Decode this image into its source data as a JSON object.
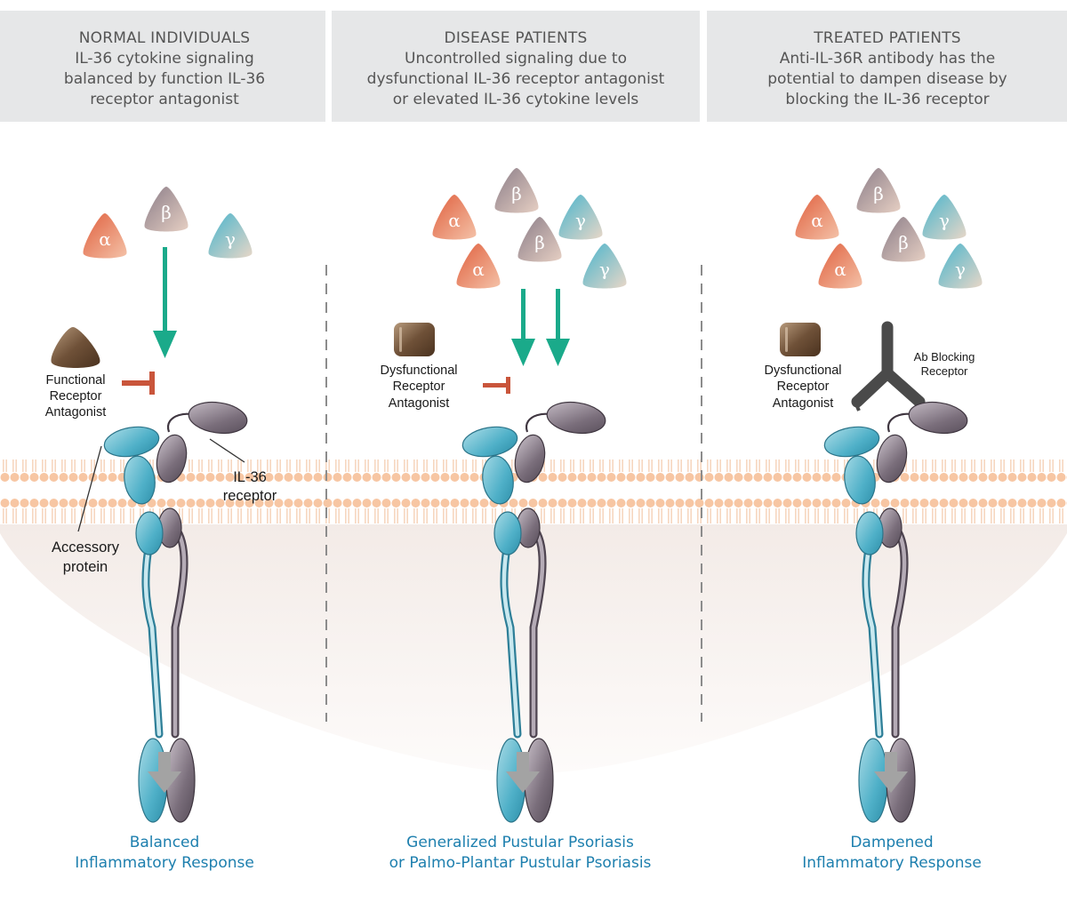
{
  "panels": [
    {
      "title": "NORMAL INDIVIDUALS",
      "subtitle": [
        "IL-36 cytokine signaling",
        "balanced by function IL-36",
        "receptor antagonist"
      ],
      "antagonist_label": [
        "Functional",
        "Receptor",
        "Antagonist"
      ],
      "outcome": [
        "Balanced",
        "Inflammatory Response"
      ]
    },
    {
      "title": "DISEASE PATIENTS",
      "subtitle": [
        "Uncontrolled signaling due to",
        "dysfunctional IL-36 receptor antagonist",
        "or elevated IL-36 cytokine levels"
      ],
      "antagonist_label": [
        "Dysfunctional",
        "Receptor",
        "Antagonist"
      ],
      "outcome": [
        "Generalized Pustular Psoriasis",
        "or Palmo-Plantar Pustular Psoriasis"
      ]
    },
    {
      "title": "TREATED PATIENTS",
      "subtitle": [
        "Anti-IL-36R antibody has the",
        "potential to dampen disease by",
        "blocking the IL-36 receptor"
      ],
      "antagonist_label": [
        "Dysfunctional",
        "Receptor",
        "Antagonist"
      ],
      "antibody_label": [
        "Ab Blocking",
        "Receptor"
      ],
      "outcome": [
        "Dampened",
        "Inflammatory Response"
      ]
    }
  ],
  "receptor_label": [
    "IL-36",
    "receptor"
  ],
  "accessory_label": [
    "Accessory",
    "protein"
  ],
  "cytokines": {
    "alpha": "α",
    "beta": "β",
    "gamma": "γ"
  },
  "colors": {
    "header_bg": "#e6e7e8",
    "header_text": "#555555",
    "outcome_text": "#1d7fae",
    "signal_arrow": "#1aaa8a",
    "inhibit_mark": "#c9553b",
    "down_arrow": "#a0a0a0",
    "alpha": "#e0785a",
    "beta": "#9e8f98",
    "gamma": "#6bbfd2",
    "membrane": "#f7c9a8",
    "accessory_protein": "#6fbfd2",
    "receptor_protein": "#8a7f8c"
  }
}
